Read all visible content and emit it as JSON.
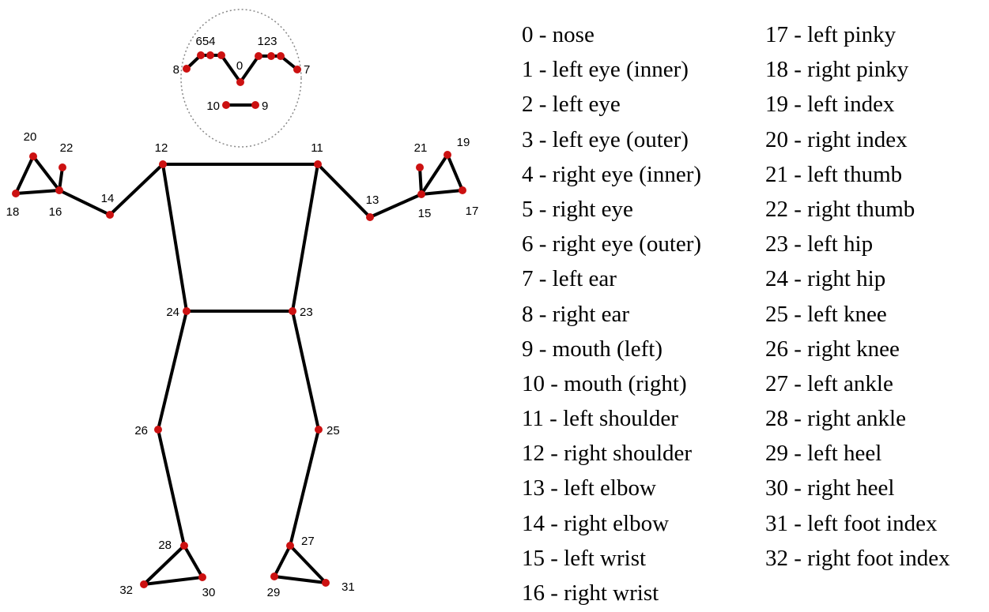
{
  "landmarks": [
    {
      "id": "0",
      "name": "nose"
    },
    {
      "id": "1",
      "name": "left eye (inner)"
    },
    {
      "id": "2",
      "name": "left eye"
    },
    {
      "id": "3",
      "name": "left eye (outer)"
    },
    {
      "id": "4",
      "name": "right eye (inner)"
    },
    {
      "id": "5",
      "name": "right eye"
    },
    {
      "id": "6",
      "name": "right eye (outer)"
    },
    {
      "id": "7",
      "name": "left ear"
    },
    {
      "id": "8",
      "name": "right ear"
    },
    {
      "id": "9",
      "name": "mouth (left)"
    },
    {
      "id": "10",
      "name": "mouth (right)"
    },
    {
      "id": "11",
      "name": "left shoulder"
    },
    {
      "id": "12",
      "name": "right shoulder"
    },
    {
      "id": "13",
      "name": "left elbow"
    },
    {
      "id": "14",
      "name": "right elbow"
    },
    {
      "id": "15",
      "name": "left wrist"
    },
    {
      "id": "16",
      "name": "right wrist"
    },
    {
      "id": "17",
      "name": "left pinky"
    },
    {
      "id": "18",
      "name": "right pinky"
    },
    {
      "id": "19",
      "name": "left index"
    },
    {
      "id": "20",
      "name": "right index"
    },
    {
      "id": "21",
      "name": "left thumb"
    },
    {
      "id": "22",
      "name": "right thumb"
    },
    {
      "id": "23",
      "name": "left hip"
    },
    {
      "id": "24",
      "name": "right hip"
    },
    {
      "id": "25",
      "name": "left knee"
    },
    {
      "id": "26",
      "name": "right knee"
    },
    {
      "id": "27",
      "name": "left ankle"
    },
    {
      "id": "28",
      "name": "right ankle"
    },
    {
      "id": "29",
      "name": "left heel"
    },
    {
      "id": "30",
      "name": "right heel"
    },
    {
      "id": "31",
      "name": "left foot index"
    },
    {
      "id": "32",
      "name": "right foot index"
    }
  ],
  "face_labels": {
    "right_eye_group": "654",
    "left_eye_group": "123"
  },
  "connections": [
    [
      8,
      6
    ],
    [
      6,
      5
    ],
    [
      5,
      4
    ],
    [
      4,
      0
    ],
    [
      0,
      1
    ],
    [
      1,
      2
    ],
    [
      2,
      3
    ],
    [
      3,
      7
    ],
    [
      10,
      9
    ],
    [
      11,
      12
    ],
    [
      11,
      23
    ],
    [
      12,
      24
    ],
    [
      23,
      24
    ],
    [
      11,
      13
    ],
    [
      13,
      15
    ],
    [
      15,
      17
    ],
    [
      15,
      19
    ],
    [
      15,
      21
    ],
    [
      17,
      19
    ],
    [
      12,
      14
    ],
    [
      14,
      16
    ],
    [
      16,
      18
    ],
    [
      16,
      20
    ],
    [
      16,
      22
    ],
    [
      18,
      20
    ],
    [
      23,
      25
    ],
    [
      25,
      27
    ],
    [
      27,
      29
    ],
    [
      27,
      31
    ],
    [
      29,
      31
    ],
    [
      24,
      26
    ],
    [
      26,
      28
    ],
    [
      28,
      30
    ],
    [
      28,
      32
    ],
    [
      30,
      32
    ]
  ],
  "colors": {
    "point": "#cc1111",
    "line": "#000000",
    "head_outline": "#888888"
  }
}
